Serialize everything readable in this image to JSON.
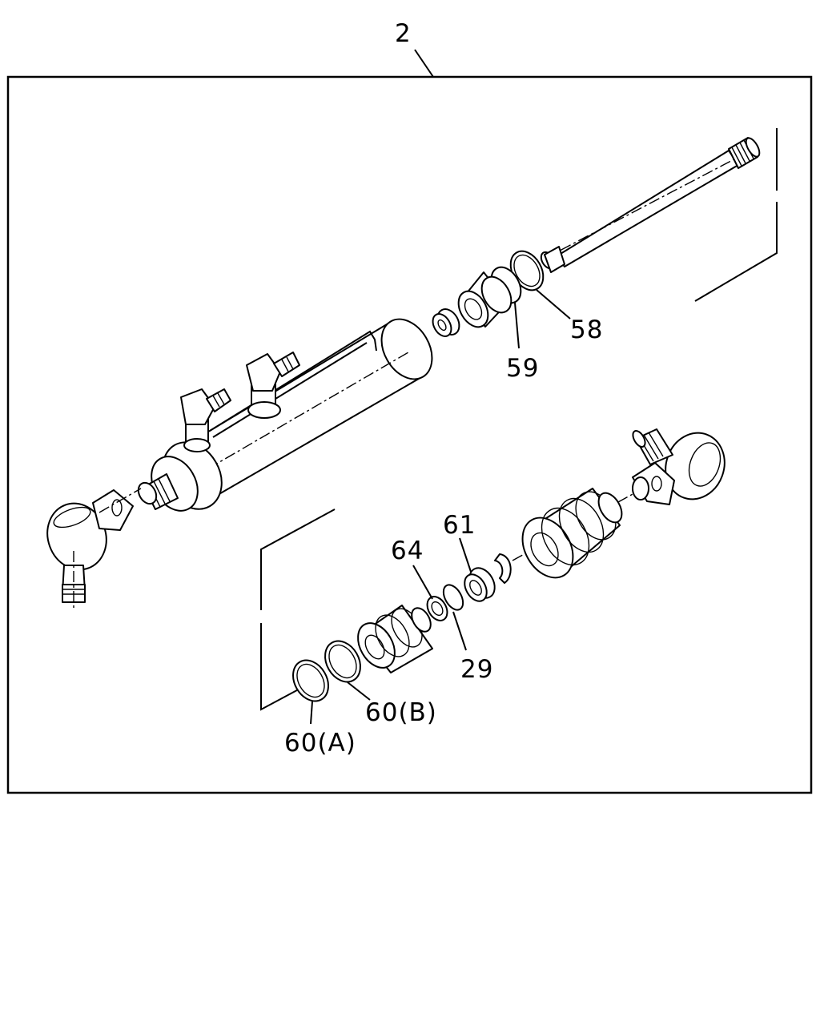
{
  "assembly_callout": "2",
  "callouts": {
    "c58": "58",
    "c59": "59",
    "c61": "61",
    "c64": "64",
    "c29": "29",
    "c60b": "60(B)",
    "c60a": "60(A)"
  }
}
